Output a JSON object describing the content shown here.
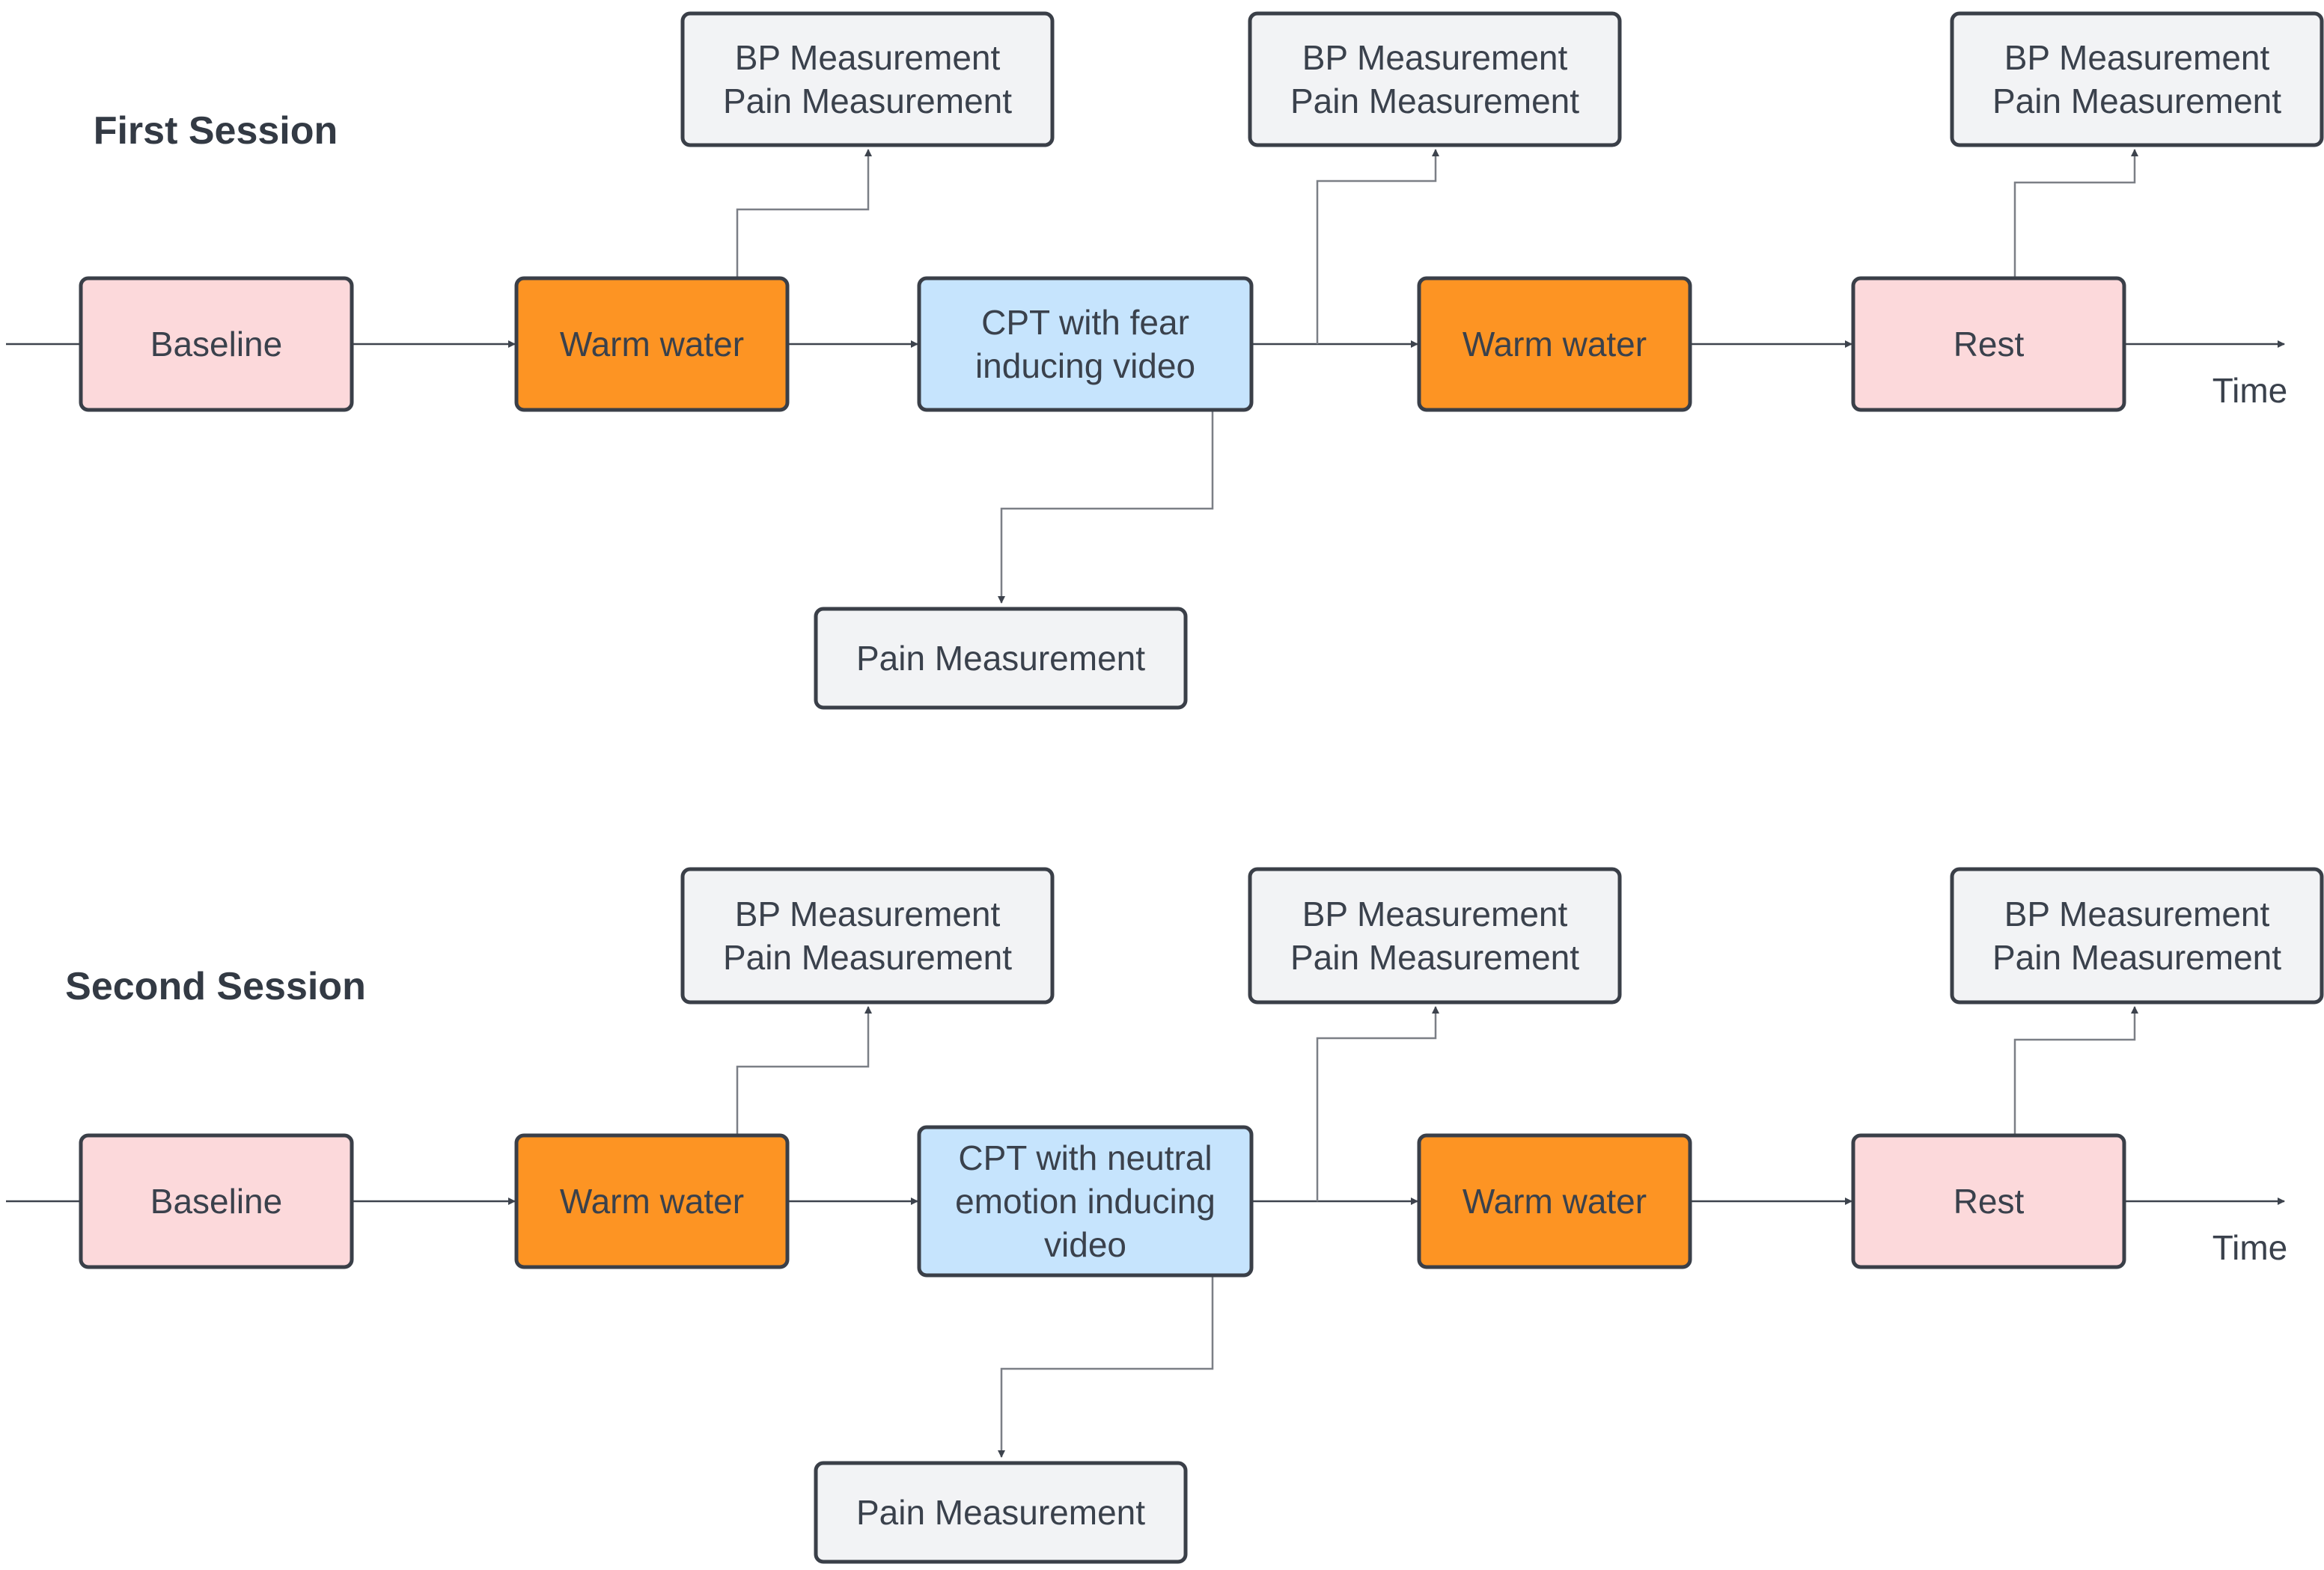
{
  "sessions": [
    {
      "title": "First Session",
      "steps": [
        {
          "label": [
            "Baseline"
          ],
          "kind": "rest"
        },
        {
          "label": [
            "Warm water"
          ],
          "kind": "warm"
        },
        {
          "label": [
            "CPT with fear",
            "inducing video"
          ],
          "kind": "cpt"
        },
        {
          "label": [
            "Warm water"
          ],
          "kind": "warm"
        },
        {
          "label": [
            "Rest"
          ],
          "kind": "rest"
        }
      ],
      "measurements_above": [
        [
          "BP Measurement",
          "Pain Measurement"
        ],
        [
          "BP Measurement",
          "Pain Measurement"
        ],
        [
          "BP Measurement",
          "Pain Measurement"
        ]
      ],
      "measurement_below": "Pain Measurement",
      "time_label": "Time"
    },
    {
      "title": "Second Session",
      "steps": [
        {
          "label": [
            "Baseline"
          ],
          "kind": "rest"
        },
        {
          "label": [
            "Warm water"
          ],
          "kind": "warm"
        },
        {
          "label": [
            "CPT with neutral",
            "emotion inducing",
            "video"
          ],
          "kind": "cpt"
        },
        {
          "label": [
            "Warm water"
          ],
          "kind": "warm"
        },
        {
          "label": [
            "Rest"
          ],
          "kind": "rest"
        }
      ],
      "measurements_above": [
        [
          "BP Measurement",
          "Pain Measurement"
        ],
        [
          "BP Measurement",
          "Pain Measurement"
        ],
        [
          "BP Measurement",
          "Pain Measurement"
        ]
      ],
      "measurement_below": "Pain Measurement",
      "time_label": "Time"
    }
  ],
  "colors": {
    "rest": "#fcd9db",
    "warm": "#fd9423",
    "cpt": "#c6e4fd",
    "measure": "#f2f3f5",
    "border": "#3a3f48"
  }
}
